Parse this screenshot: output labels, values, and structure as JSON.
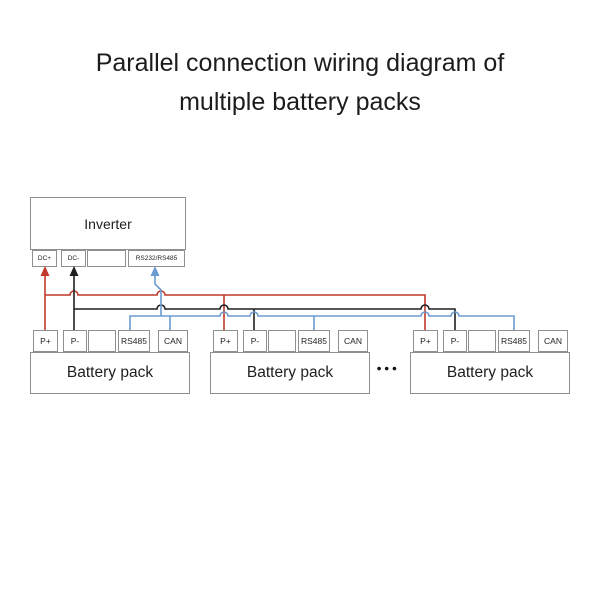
{
  "title": {
    "line1": "Parallel connection wiring diagram of",
    "line2": "multiple battery packs"
  },
  "colors": {
    "positive_wire": "#c0392b",
    "negative_wire": "#1f1f1f",
    "comm_wire": "#6b9bd2",
    "box_border": "#8f8f8f",
    "text": "#1f1f1f"
  },
  "inverter": {
    "label": "Inverter",
    "terminals": {
      "dc_plus": "DC+",
      "dc_minus": "DC-",
      "blank": "",
      "comm": "RS232/RS485"
    }
  },
  "battery_packs": [
    {
      "label": "Battery pack",
      "terminals": {
        "p_plus": "P+",
        "p_minus": "P-",
        "blank": "",
        "rs485": "RS485",
        "can": "CAN"
      }
    },
    {
      "label": "Battery pack",
      "terminals": {
        "p_plus": "P+",
        "p_minus": "P-",
        "blank": "",
        "rs485": "RS485",
        "can": "CAN"
      }
    },
    {
      "label": "Battery pack",
      "terminals": {
        "p_plus": "P+",
        "p_minus": "P-",
        "blank": "",
        "rs485": "RS485",
        "can": "CAN"
      }
    }
  ],
  "ellipsis": "●●●"
}
